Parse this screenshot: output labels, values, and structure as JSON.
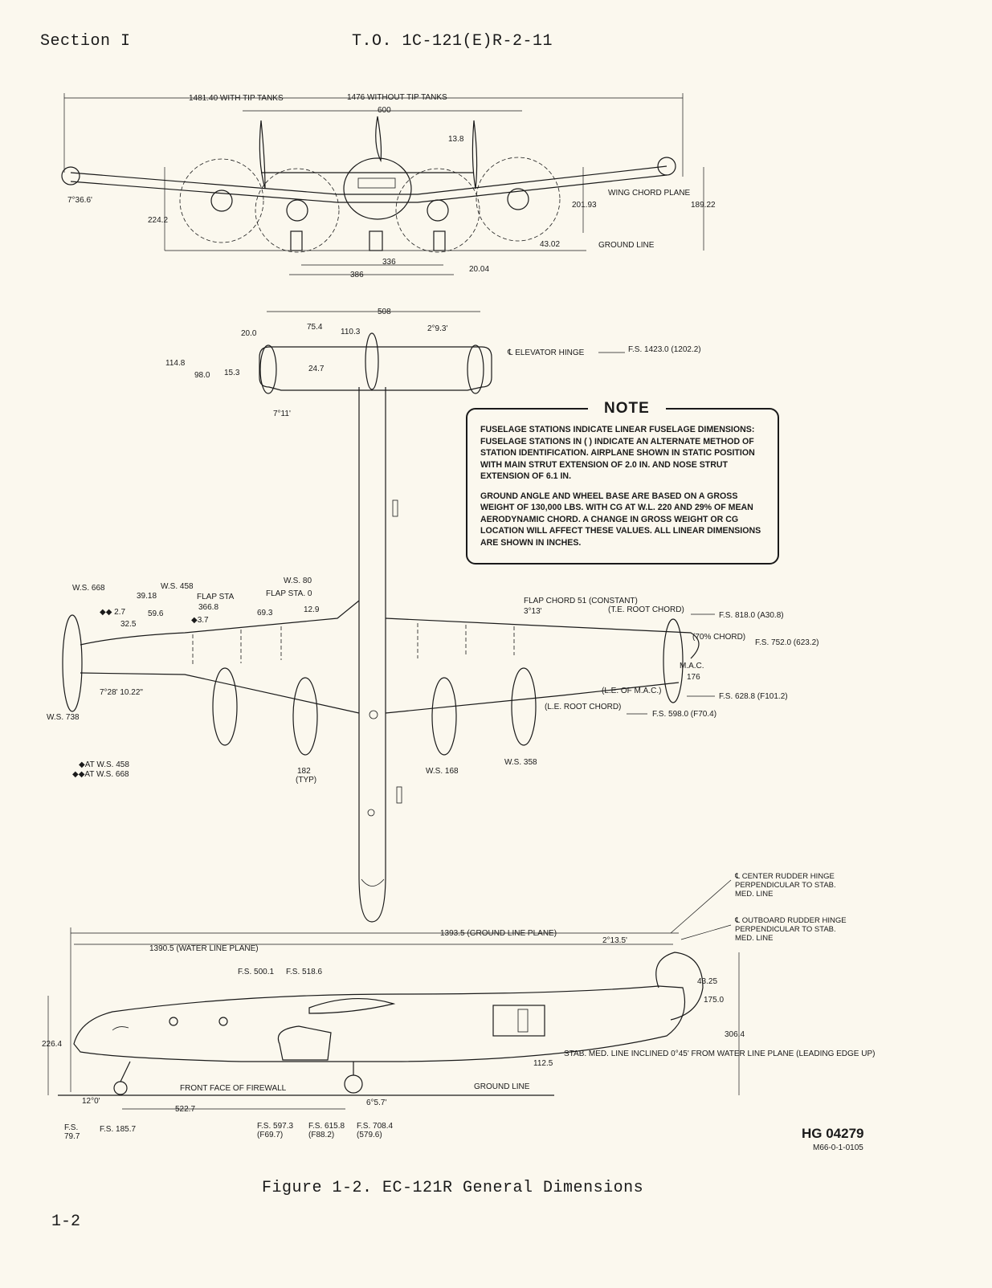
{
  "header": {
    "section": "Section I",
    "to_number": "T.O. 1C-121(E)R-2-11"
  },
  "footer": {
    "page_number": "1-2",
    "figure_caption": "Figure 1-2. EC-121R General Dimensions",
    "hg_code": "HG 04279",
    "m66_code": "M66-0-1-0105"
  },
  "note": {
    "title": "NOTE",
    "paragraph1": "FUSELAGE STATIONS INDICATE LINEAR FUSELAGE DIMENSIONS: FUSELAGE STATIONS IN ( ) INDICATE AN ALTERNATE METHOD OF STATION IDENTIFICATION. AIRPLANE SHOWN IN STATIC POSITION WITH MAIN STRUT EXTENSION OF 2.0 IN. AND NOSE STRUT EXTENSION OF 6.1 IN.",
    "paragraph2": "GROUND ANGLE AND WHEEL BASE ARE BASED ON A GROSS WEIGHT OF 130,000 LBS. WITH CG AT W.L. 220 AND 29% OF MEAN AERODYNAMIC CHORD. A CHANGE IN GROSS WEIGHT OR CG LOCATION WILL AFFECT THESE VALUES. ALL LINEAR DIMENSIONS ARE SHOWN IN INCHES."
  },
  "front_view": {
    "span_tip": "1481.40 WITH TIP TANKS",
    "span_no_tip": "1476 WITHOUT TIP TANKS",
    "dim_600": "600",
    "dim_13_8": "13.8",
    "dihedral": "7°36.6'",
    "dim_224_2": "224.2",
    "wing_chord_plane": "WING CHORD PLANE",
    "dim_201_93": "201.93",
    "dim_189_22": "189.22",
    "dim_43_02": "43.02",
    "ground_line": "GROUND LINE",
    "dim_336": "336",
    "dim_386": "386",
    "dim_20_04": "20.04"
  },
  "top_view": {
    "dim_508": "508",
    "dim_75_4": "75.4",
    "dim_110_3": "110.3",
    "dim_2_9_3": "2°9.3'",
    "dim_20_0": "20.0",
    "dim_114_8": "114.8",
    "dim_98_0": "98.0",
    "dim_15_3": "15.3",
    "dim_24_7": "24.7",
    "elevator_hinge": "℄ ELEVATOR HINGE",
    "fs_1423": "F.S. 1423.0 (1202.2)",
    "dim_7_11": "7°11'",
    "ws_668": "W.S. 668",
    "ws_458": "W.S. 458",
    "dim_39_18": "39.18",
    "flap_sta": "FLAP STA",
    "dim_366_8": "366.8",
    "dim_2_7": "◆◆ 2.7",
    "dim_59_6": "59.6",
    "dim_3_7": "◆3.7",
    "dim_32_5": "32.5",
    "ws_80": "W.S. 80",
    "flap_sta_0": "FLAP STA. 0",
    "dim_69_3": "69.3",
    "dim_12_9": "12.9",
    "flap_chord": "FLAP CHORD 51 (CONSTANT)",
    "dim_3_13": "3°13'",
    "te_root_chord": "(T.E. ROOT CHORD)",
    "fs_818": "F.S. 818.0 (A30.8)",
    "chord_70": "(70% CHORD)",
    "fs_752": "F.S. 752.0 (623.2)",
    "mac": "M.A.C.",
    "dim_176": "176",
    "le_of_mac": "(L.E. OF M.A.C.)",
    "fs_628_8": "F.S. 628.8 (F101.2)",
    "le_root_chord": "(L.E. ROOT CHORD)",
    "fs_598": "F.S. 598.0 (F70.4)",
    "dim_7_28": "7°28' 10.22\"",
    "ws_738": "W.S. 738",
    "dim_182": "182",
    "typ": "(TYP)",
    "ws_168": "W.S. 168",
    "ws_358": "W.S. 358",
    "legend_1": "◆AT W.S. 458",
    "legend_2": "◆◆AT W.S. 668"
  },
  "side_view": {
    "center_rudder": "℄ CENTER RUDDER HINGE PERPENDICULAR TO STAB. MED. LINE",
    "outboard_rudder": "℄ OUTBOARD RUDDER HINGE PERPENDICULAR TO STAB. MED. LINE",
    "ground_line_plane": "1393.5 (GROUND LINE PLANE)",
    "dim_2_13_5": "2°13.5'",
    "water_line_plane": "1390.5 (WATER LINE PLANE)",
    "fs_500_1": "F.S. 500.1",
    "fs_518_6": "F.S. 518.6",
    "dim_43_25": "43.25",
    "dim_175_0": "175.0",
    "dim_226_4": "226.4",
    "dim_306_4": "306.4",
    "stab_med": "STAB. MED. LINE INCLINED 0°45' FROM WATER LINE PLANE (LEADING EDGE UP)",
    "dim_112_5": "112.5",
    "firewall": "FRONT FACE OF FIREWALL",
    "ground_line": "GROUND LINE",
    "dim_12_0": "12°0'",
    "dim_522_7": "522.7",
    "dim_6_5_7": "6°5.7'",
    "fs_79_7": "F.S.\n79.7",
    "fs_185_7": "F.S. 185.7",
    "fs_597_3": "F.S. 597.3\n(F69.7)",
    "fs_615_8": "F.S. 615.8\n(F88.2)",
    "fs_708_4": "F.S. 708.4\n(579.6)"
  }
}
